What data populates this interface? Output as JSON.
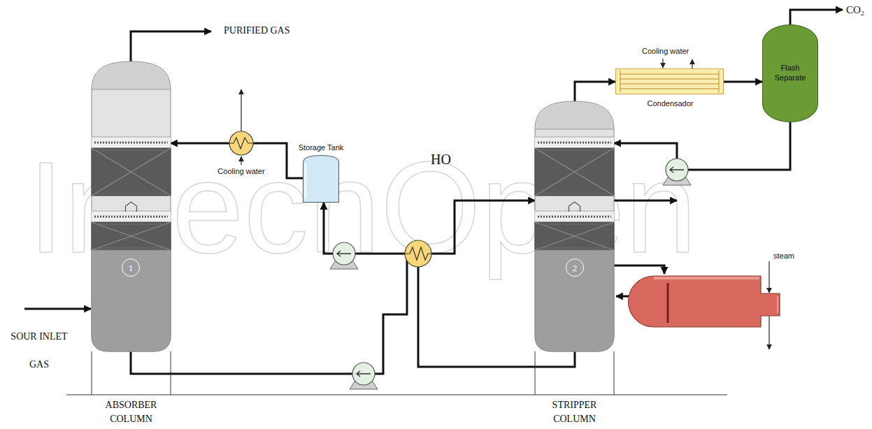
{
  "diagram": {
    "nodes": [
      {
        "text": [
          "ABSORBER COLUMN"
        ]
      },
      {
        "text": [
          "1"
        ],
        "in": 0
      },
      {
        "text": [
          "Storage Tank"
        ]
      },
      {
        "text": [
          "STRIPPER COLUMN"
        ]
      },
      {
        "text": [
          "2"
        ],
        "in": 3
      },
      {
        "text": [
          "Condensador"
        ]
      },
      {
        "text": [
          "Flash Separate"
        ]
      }
    ],
    "edges": [
      {
        "from": 0,
        "to": 3,
        "arrow": "to"
      },
      {
        "from": 3,
        "to": 2,
        "arrow": "to"
      },
      {
        "from": 2,
        "to": 0,
        "arrow": "to"
      },
      {
        "from": 3,
        "to": 5,
        "arrow": "to"
      },
      {
        "from": 5,
        "to": 6,
        "arrow": "to"
      },
      {
        "from": 6,
        "to": 3,
        "arrow": "to"
      }
    ],
    "labels": [
      "PURIFIED GAS",
      "Cooling water",
      "HO",
      "Cooling water",
      "CO₂",
      "steam",
      "SOUR INLET GAS",
      "IntechOpen"
    ]
  }
}
